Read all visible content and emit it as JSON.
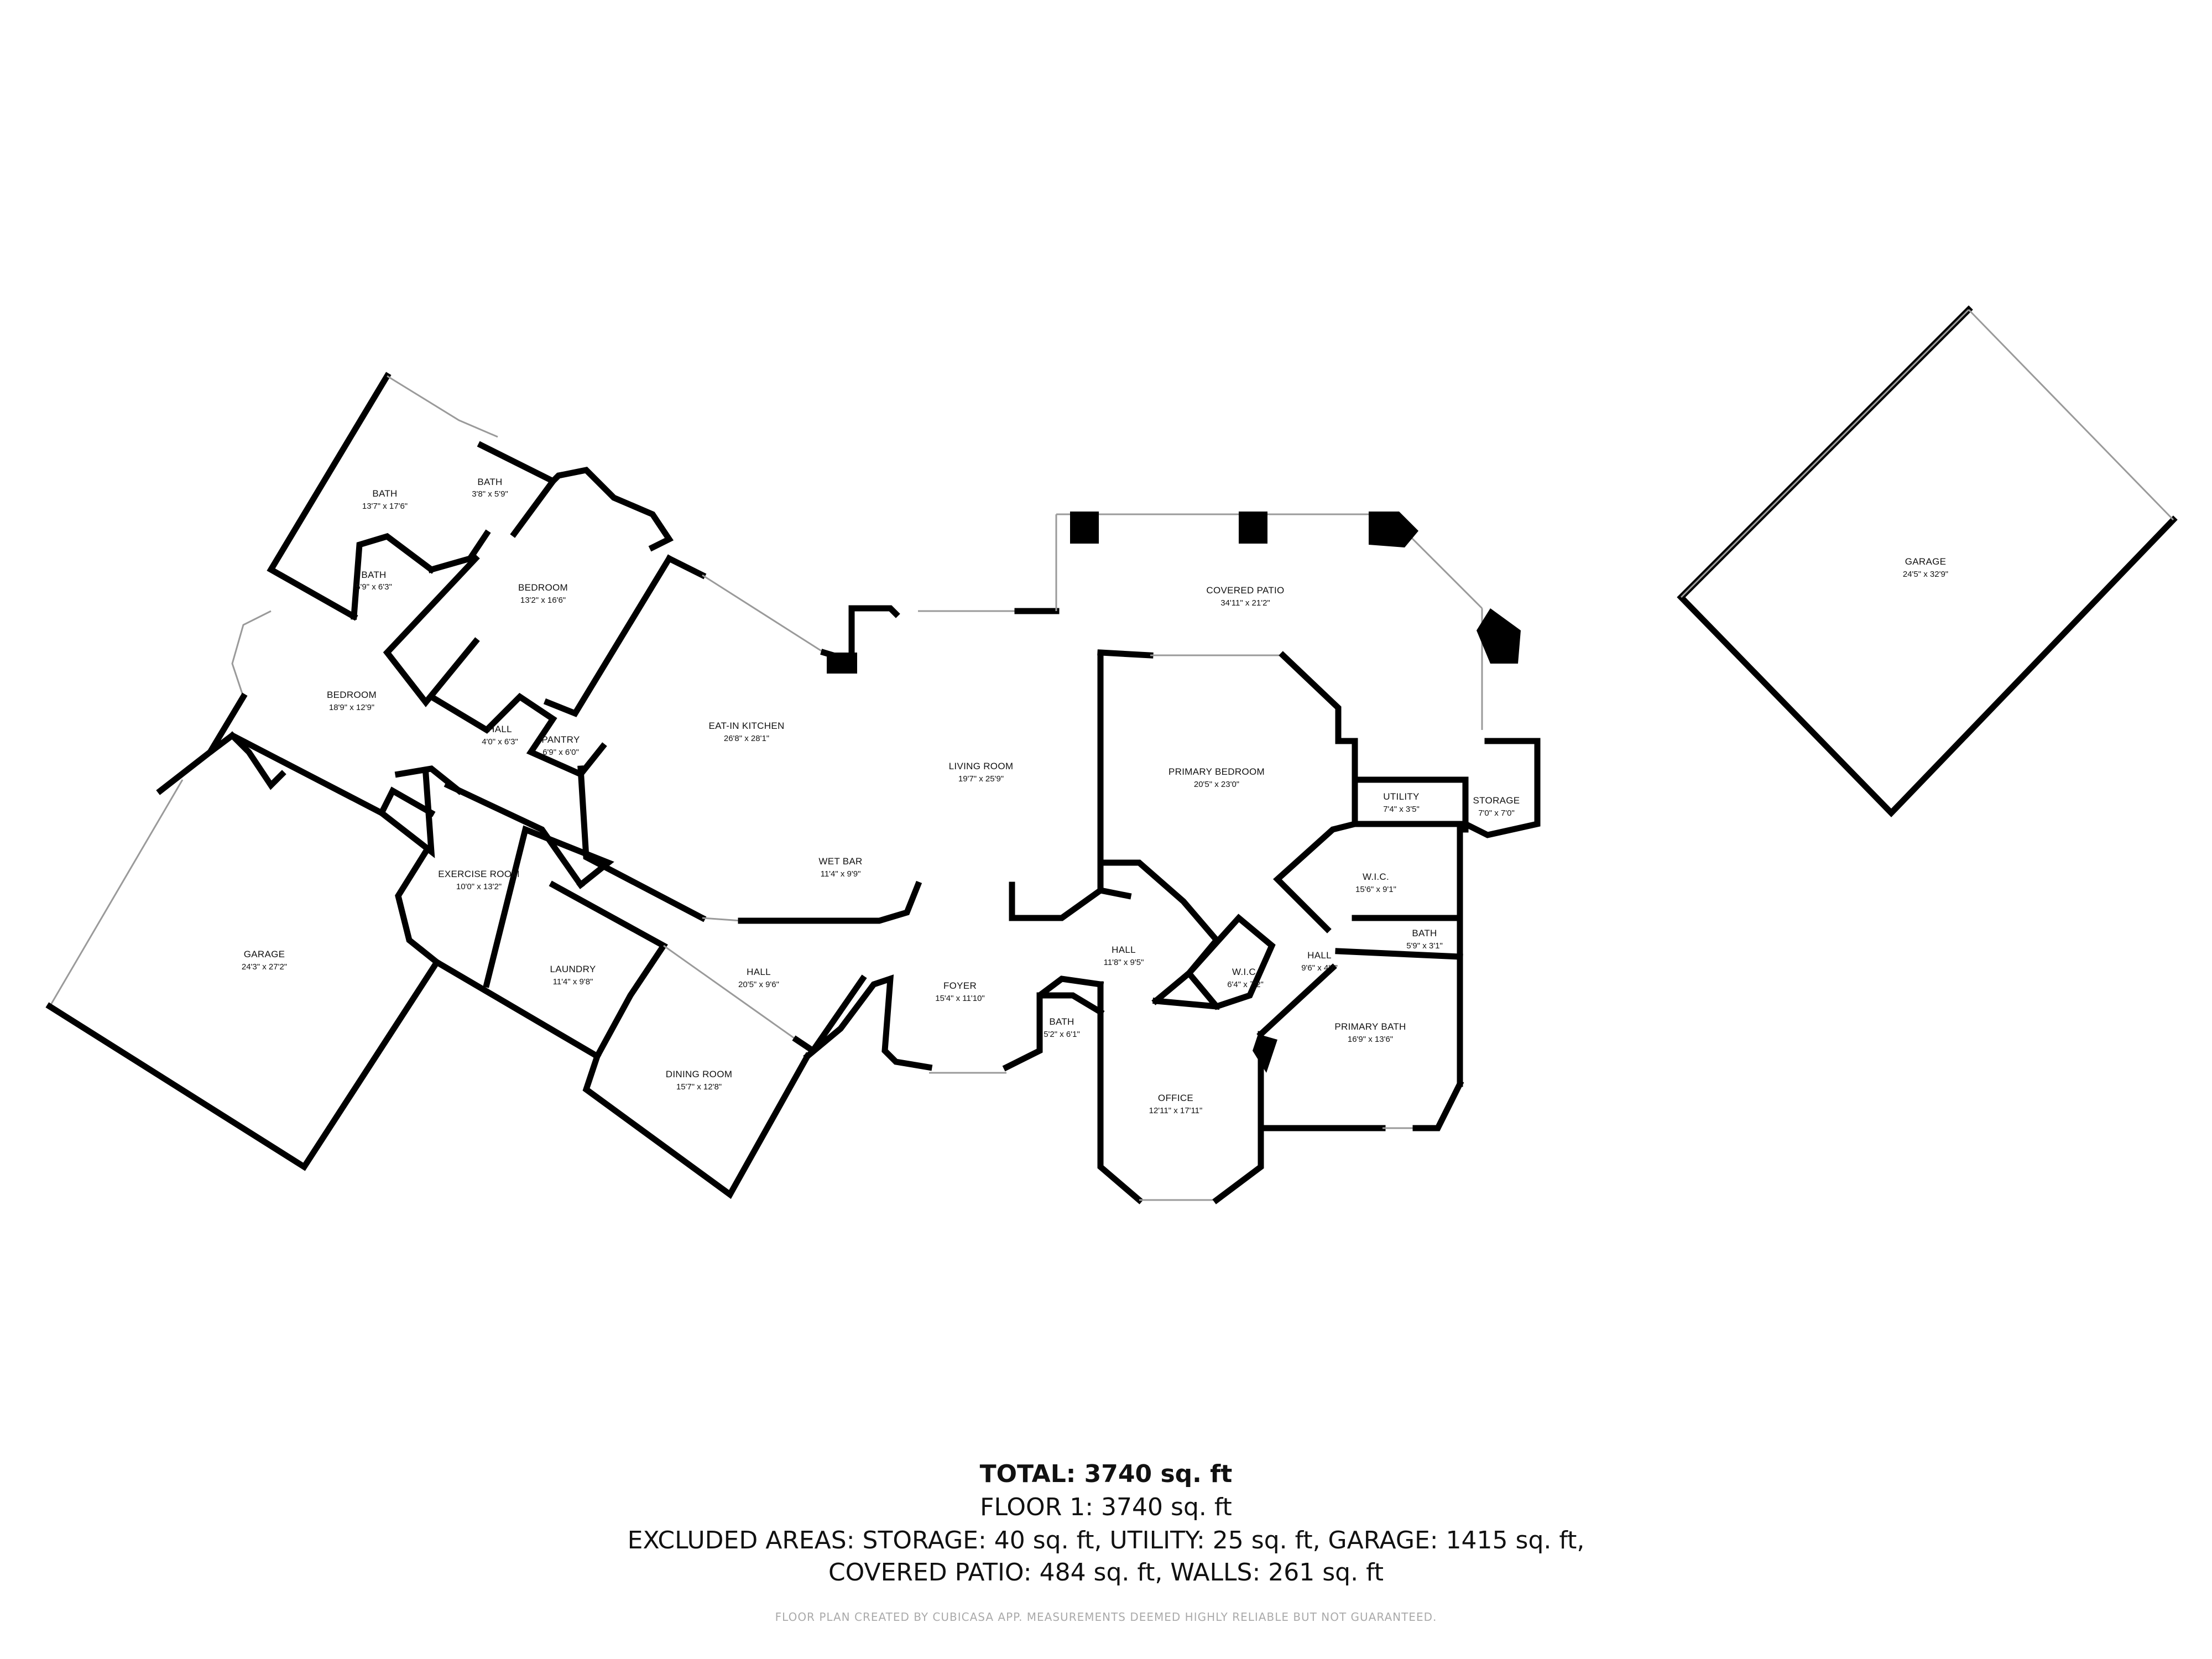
{
  "rooms": [
    {
      "name": "BATH",
      "dim": "13'7\" x 17'6\""
    },
    {
      "name": "BATH",
      "dim": "3'8\" x 5'9\""
    },
    {
      "name": "BATH",
      "dim": "5'9\" x 6'3\""
    },
    {
      "name": "BEDROOM",
      "dim": "13'2\" x 16'6\""
    },
    {
      "name": "BEDROOM",
      "dim": "18'9\" x 12'9\""
    },
    {
      "name": "HALL",
      "dim": "4'0\" x 6'3\""
    },
    {
      "name": "PANTRY",
      "dim": "6'9\" x 6'0\""
    },
    {
      "name": "EAT-IN KITCHEN",
      "dim": "26'8\" x 28'1\""
    },
    {
      "name": "LIVING ROOM",
      "dim": "19'7\" x 25'9\""
    },
    {
      "name": "WET BAR",
      "dim": "11'4\" x 9'9\""
    },
    {
      "name": "COVERED PATIO",
      "dim": "34'11\" x 21'2\""
    },
    {
      "name": "PRIMARY BEDROOM",
      "dim": "20'5\" x 23'0\""
    },
    {
      "name": "UTILITY",
      "dim": "7'4\" x 3'5\""
    },
    {
      "name": "STORAGE",
      "dim": "7'0\" x 7'0\""
    },
    {
      "name": "W.I.C.",
      "dim": "15'6\" x 9'1\""
    },
    {
      "name": "BATH",
      "dim": "5'9\" x 3'1\""
    },
    {
      "name": "HALL",
      "dim": "9'6\" x 4'7\""
    },
    {
      "name": "W.I.C.",
      "dim": "6'4\" x 7'2\""
    },
    {
      "name": "PRIMARY BATH",
      "dim": "16'9\" x 13'6\""
    },
    {
      "name": "HALL",
      "dim": "11'8\" x 9'5\""
    },
    {
      "name": "OFFICE",
      "dim": "12'11\" x 17'11\""
    },
    {
      "name": "BATH",
      "dim": "5'2\" x 6'1\""
    },
    {
      "name": "FOYER",
      "dim": "15'4\" x 11'10\""
    },
    {
      "name": "HALL",
      "dim": "20'5\" x 9'6\""
    },
    {
      "name": "DINING ROOM",
      "dim": "15'7\" x 12'8\""
    },
    {
      "name": "LAUNDRY",
      "dim": "11'4\" x 9'8\""
    },
    {
      "name": "EXERCISE ROOM",
      "dim": "10'0\" x 13'2\""
    },
    {
      "name": "GARAGE",
      "dim": "24'3\" x 27'2\""
    },
    {
      "name": "GARAGE",
      "dim": "24'5\" x 32'9\""
    }
  ],
  "summary": {
    "total": "TOTAL: 3740 sq. ft",
    "floor": "FLOOR 1: 3740 sq. ft",
    "excluded_1": "EXCLUDED AREAS: STORAGE: 40 sq. ft, UTILITY: 25 sq. ft, GARAGE: 1415 sq. ft,",
    "excluded_2": "COVERED PATIO: 484 sq. ft, WALLS: 261 sq. ft",
    "credit": "FLOOR PLAN CREATED BY CUBICASA APP. MEASUREMENTS DEEMED HIGHLY RELIABLE BUT NOT GUARANTEED."
  }
}
